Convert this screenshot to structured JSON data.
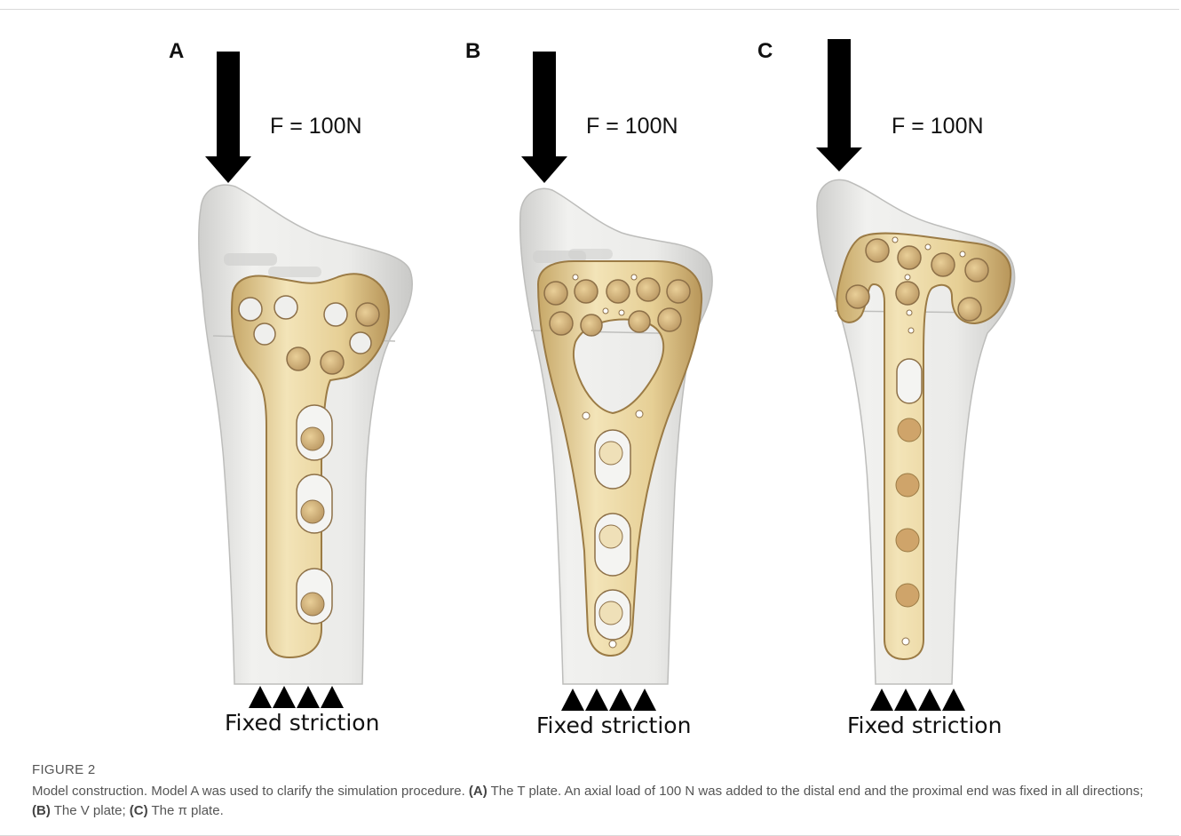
{
  "figure": {
    "number": "FIGURE 2",
    "caption_intro": "Model construction. Model A was used to clarify the simulation procedure.",
    "caption_parts": [
      {
        "label": "(A)",
        "text": " The T plate. An axial load of 100 N was added to the distal end and the proximal end was fixed in all directions;"
      },
      {
        "label": "(B)",
        "text": " The V plate;"
      },
      {
        "label": "(C)",
        "text": " The π plate."
      }
    ]
  },
  "panels": [
    {
      "letter": "A",
      "force": "F = 100N",
      "constraint": "Fixed striction",
      "plate": "T plate"
    },
    {
      "letter": "B",
      "force": "F = 100N",
      "constraint": "Fixed striction",
      "plate": "V plate"
    },
    {
      "letter": "C",
      "force": "F = 100N",
      "constraint": "Fixed striction",
      "plate": "π plate"
    }
  ],
  "colors": {
    "bone": "#e6e6e4",
    "plate": "#d9bf84",
    "arrow": "#000000"
  }
}
